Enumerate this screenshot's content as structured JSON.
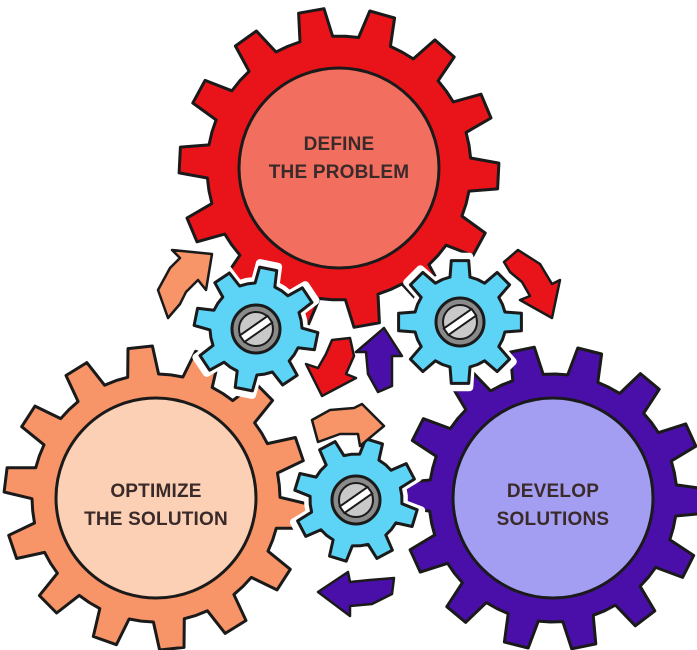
{
  "gears": [
    {
      "id": "define",
      "lines": [
        "DEFINE",
        "THE PROBLEM"
      ],
      "fill": "#e8141a",
      "inner": "#f26e5f",
      "text_color": "#3a1a1a"
    },
    {
      "id": "optimize",
      "lines": [
        "OPTIMIZE",
        "THE SOLUTION"
      ],
      "fill": "#f79468",
      "inner": "#fbd0b4",
      "text_color": "#3a2a20"
    },
    {
      "id": "develop",
      "lines": [
        "DEVELOP",
        "SOLUTIONS"
      ],
      "fill": "#4a0fa8",
      "inner": "#a39ef2",
      "text_color": "#1a1030"
    }
  ],
  "small_gears": {
    "fill": "#5dd3f5",
    "screw": "#c9c9c9"
  },
  "arrows": {
    "red": "#e8141a",
    "orange": "#f79468",
    "purple": "#4a0fa8"
  }
}
